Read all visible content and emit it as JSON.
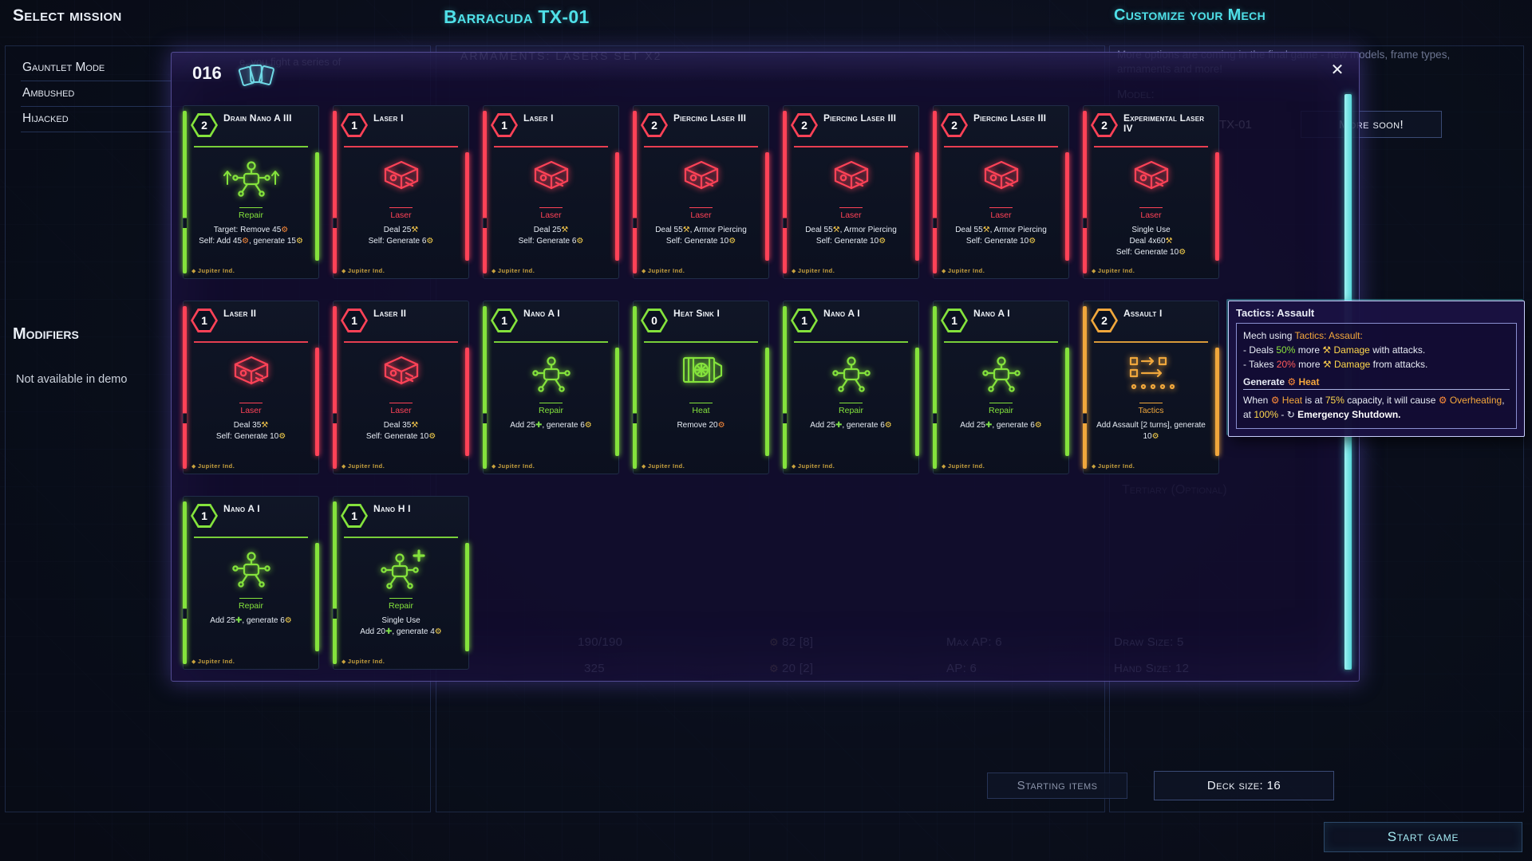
{
  "colors": {
    "red": "#ff4257",
    "green": "#84e23c",
    "orange": "#f0a73c",
    "cyan": "#57dfe8"
  },
  "glyphs": {
    "dmg": "⚒",
    "energy": "⚙",
    "heat": "⚙",
    "repair": "✚",
    "restart": "↻"
  },
  "left_panel": {
    "title": "Select mission",
    "missions": [
      "Gauntlet Mode",
      "Ambushed",
      "Hijacked"
    ],
    "modifiers_title": "Modifiers",
    "modifiers_note": "Not available in demo",
    "bg_fragment": "e, you fight a series of"
  },
  "center_panel": {
    "title": "Barracuda TX-01",
    "armaments_label": "ARMAMENTS: LASERS SET X2",
    "stats": {
      "armor": "190/190",
      "credits": "325",
      "heat_capacity": "82 [8]",
      "heat_current": "20 [2]",
      "max_ap": "Max AP: 6",
      "ap": "AP: 6",
      "draw_size": "Draw Size: 5",
      "hand_size": "Hand Size: 12"
    },
    "starting_items_label": "Starting items",
    "deck_size_label": "Deck size: 16"
  },
  "right_panel": {
    "title": "Customize your Mech",
    "info": "More options are coming in the final game - new models, frame types, armaments and more!",
    "model_label": "Model:",
    "model_value": "TX-01",
    "more_soon_label": "More soon!",
    "tertiary_label": "Tertiary (Optional)",
    "start_game_label": "Start game"
  },
  "modal": {
    "deck_count": "016",
    "close_label": "✕"
  },
  "deck_cards": [
    {
      "cost": "2",
      "color": "green",
      "name": "Drain Nano A III",
      "icon": "nano-drain",
      "type": "Repair",
      "lines": [
        "Target: Remove 45[heat]",
        "Self: Add 45[heat], generate 15[energy]"
      ],
      "maker": "Jupiter Ind."
    },
    {
      "cost": "1",
      "color": "red",
      "name": "Laser I",
      "icon": "laser",
      "type": "Laser",
      "lines": [
        "Deal 25[dmg]",
        "Self: Generate 6[energy]"
      ],
      "maker": "Jupiter Ind."
    },
    {
      "cost": "1",
      "color": "red",
      "name": "Laser I",
      "icon": "laser",
      "type": "Laser",
      "lines": [
        "Deal 25[dmg]",
        "Self: Generate 6[energy]"
      ],
      "maker": "Jupiter Ind."
    },
    {
      "cost": "2",
      "color": "red",
      "name": "Piercing Laser III",
      "icon": "laser",
      "type": "Laser",
      "lines": [
        "Deal 55[dmg], Armor Piercing",
        "Self: Generate 10[energy]"
      ],
      "maker": "Jupiter Ind."
    },
    {
      "cost": "2",
      "color": "red",
      "name": "Piercing Laser III",
      "icon": "laser",
      "type": "Laser",
      "lines": [
        "Deal 55[dmg], Armor Piercing",
        "Self: Generate 10[energy]"
      ],
      "maker": "Jupiter Ind."
    },
    {
      "cost": "2",
      "color": "red",
      "name": "Piercing Laser III",
      "icon": "laser",
      "type": "Laser",
      "lines": [
        "Deal 55[dmg], Armor Piercing",
        "Self: Generate 10[energy]"
      ],
      "maker": "Jupiter Ind."
    },
    {
      "cost": "2",
      "color": "red",
      "name": "Experimental Laser IV",
      "icon": "laser",
      "type": "Laser",
      "lines": [
        "Single Use",
        "Deal 4x60[dmg]",
        "Self: Generate 10[energy]"
      ],
      "maker": "Jupiter Ind."
    },
    {
      "cost": "1",
      "color": "red",
      "name": "Laser II",
      "icon": "laser",
      "type": "Laser",
      "lines": [
        "Deal 35[dmg]",
        "Self: Generate 10[energy]"
      ],
      "maker": "Jupiter Ind."
    },
    {
      "cost": "1",
      "color": "red",
      "name": "Laser II",
      "icon": "laser",
      "type": "Laser",
      "lines": [
        "Deal 35[dmg]",
        "Self: Generate 10[energy]"
      ],
      "maker": "Jupiter Ind."
    },
    {
      "cost": "1",
      "color": "green",
      "name": "Nano A I",
      "icon": "nano",
      "type": "Repair",
      "lines": [
        "Add 25[repair], generate 6[energy]"
      ],
      "maker": "Jupiter Ind."
    },
    {
      "cost": "0",
      "color": "green",
      "name": "Heat Sink I",
      "icon": "heatsink",
      "type": "Heat",
      "lines": [
        "Remove 20[heat]"
      ],
      "maker": "Jupiter Ind."
    },
    {
      "cost": "1",
      "color": "green",
      "name": "Nano A I",
      "icon": "nano",
      "type": "Repair",
      "lines": [
        "Add 25[repair], generate 6[energy]"
      ],
      "maker": "Jupiter Ind."
    },
    {
      "cost": "1",
      "color": "green",
      "name": "Nano A I",
      "icon": "nano",
      "type": "Repair",
      "lines": [
        "Add 25[repair], generate 6[energy]"
      ],
      "maker": "Jupiter Ind."
    },
    {
      "cost": "2",
      "color": "orange",
      "name": "Assault I",
      "icon": "tactics",
      "type": "Tactics",
      "lines": [
        "Add Assault  [2 turns], generate 10[energy]"
      ],
      "maker": "Jupiter Ind."
    },
    {
      "cost": "1",
      "color": "green",
      "name": "Nano A I",
      "icon": "nano",
      "type": "Repair",
      "lines": [
        "Add 25[repair], generate 6[energy]"
      ],
      "maker": "Jupiter Ind."
    },
    {
      "cost": "1",
      "color": "green",
      "name": "Nano H I",
      "icon": "nano-plus",
      "type": "Repair",
      "lines": [
        "Single Use",
        "Add 20[repair], generate 4[energy]"
      ],
      "maker": "Jupiter Ind."
    }
  ],
  "tooltip": {
    "title": "Tactics: Assault",
    "intro": [
      [
        {
          "t": "Mech using "
        },
        {
          "t": "Tactics: Assault:",
          "c": "orange"
        }
      ],
      [
        {
          "t": " - Deals "
        },
        {
          "t": "50%",
          "c": "green"
        },
        {
          "t": " more "
        },
        {
          "t": "[dmg] "
        },
        {
          "t": "Damage",
          "c": "yellow"
        },
        {
          "t": " with attacks."
        }
      ],
      [
        {
          "t": " - Takes "
        },
        {
          "t": "20%",
          "c": "red"
        },
        {
          "t": " more "
        },
        {
          "t": "[dmg] "
        },
        {
          "t": "Damage",
          "c": "yellow"
        },
        {
          "t": " from attacks."
        }
      ]
    ],
    "subheader": [
      {
        "t": "Generate "
      },
      {
        "t": "[heat] "
      },
      {
        "t": "Heat",
        "c": "orange"
      }
    ],
    "detail": [
      {
        "t": "When "
      },
      {
        "t": "[heat] "
      },
      {
        "t": "Heat",
        "c": "orange"
      },
      {
        "t": " is at "
      },
      {
        "t": "75%",
        "c": "yellow"
      },
      {
        "t": " capacity, it will cause "
      },
      {
        "t": "[heat] "
      },
      {
        "t": "Overheating",
        "c": "orange"
      },
      {
        "t": ", at "
      },
      {
        "t": "100%",
        "c": "yellow"
      },
      {
        "t": " - "
      },
      {
        "t": "[restart] "
      },
      {
        "t": "Emergency Shutdown.",
        "c": "bold"
      }
    ]
  }
}
